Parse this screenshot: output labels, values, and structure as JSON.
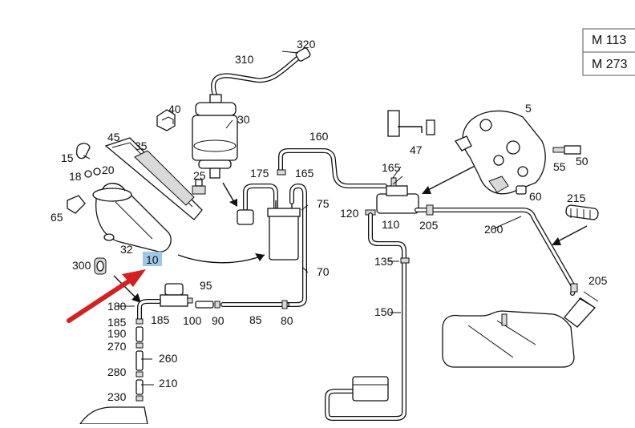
{
  "engine_codes": [
    "M 113",
    "M 273"
  ],
  "highlighted_callout": "10",
  "callouts": {
    "c320": "320",
    "c310": "310",
    "c30": "30",
    "c40": "40",
    "c45": "45",
    "c35": "35",
    "c15": "15",
    "c18": "18",
    "c20": "20",
    "c25": "25",
    "c65": "65",
    "c32": "32",
    "c300": "300",
    "c160": "160",
    "c175": "175",
    "c165a": "165",
    "c165b": "165",
    "c75": "75",
    "c70": "70",
    "c47": "47",
    "c5": "5",
    "c55": "55",
    "c50": "50",
    "c60": "60",
    "c215": "215",
    "c120": "120",
    "c110": "110",
    "c205a": "205",
    "c200": "200",
    "c135": "135",
    "c150": "150",
    "c205b": "205",
    "c95": "95",
    "c180": "180",
    "c185a": "185",
    "c185b": "185",
    "c190": "190",
    "c270": "270",
    "c260": "260",
    "c280": "280",
    "c210": "210",
    "c230": "230",
    "c100": "100",
    "c90": "90",
    "c85": "85",
    "c80": "80"
  }
}
